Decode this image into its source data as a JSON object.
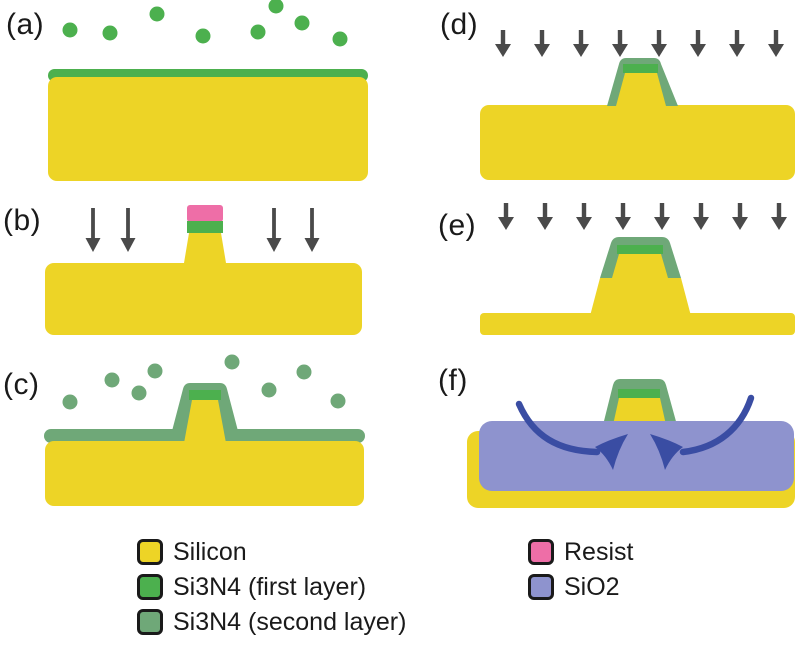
{
  "panels": {
    "a": {
      "label": "(a)"
    },
    "b": {
      "label": "(b)"
    },
    "c": {
      "label": "(c)"
    },
    "d": {
      "label": "(d)"
    },
    "e": {
      "label": "(e)"
    },
    "f": {
      "label": "(f)"
    }
  },
  "legend": {
    "left": [
      {
        "label": "Silicon",
        "color": "#edd426"
      },
      {
        "label": "Si3N4 (first layer)",
        "color": "#4cb04e"
      },
      {
        "label": "Si3N4 (second layer)",
        "color": "#6fa878"
      }
    ],
    "right": [
      {
        "label": "Resist",
        "color": "#ee6ea7"
      },
      {
        "label": "SiO2",
        "color": "#8e93ce"
      }
    ]
  },
  "colors": {
    "silicon": "#edd426",
    "si3n4-first": "#4cb04e",
    "si3n4-second": "#6fa878",
    "resist": "#ee6ea7",
    "sio2": "#8e93ce",
    "etch-arrow": "#4a4a4a",
    "flow-arrow": "#3a4da3",
    "text": "#1a1a1a",
    "swatch-border": "#1a1a1a",
    "background": "#ffffff"
  }
}
